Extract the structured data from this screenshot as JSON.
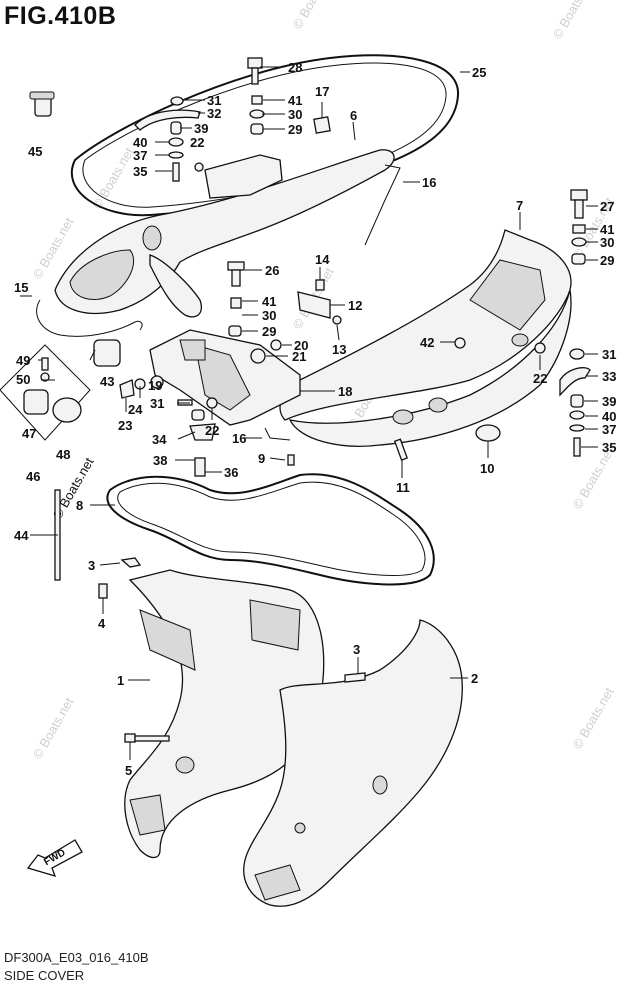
{
  "figure": {
    "title": "FIG.410B",
    "code": "DF300A_E03_016_410B",
    "caption": "SIDE COVER"
  },
  "watermark": "© Boats.net",
  "fwd_label": "FWD",
  "callouts": [
    "1",
    "2",
    "3",
    "3",
    "4",
    "5",
    "6",
    "7",
    "8",
    "9",
    "10",
    "11",
    "12",
    "13",
    "14",
    "15",
    "16",
    "16",
    "17",
    "18",
    "19",
    "20",
    "21",
    "22",
    "22",
    "22",
    "23",
    "24",
    "25",
    "26",
    "27",
    "28",
    "29",
    "29",
    "29",
    "30",
    "30",
    "31",
    "31",
    "31",
    "32",
    "33",
    "34",
    "35",
    "35",
    "36",
    "37",
    "37",
    "38",
    "39",
    "39",
    "40",
    "40",
    "41",
    "41",
    "41",
    "42",
    "43",
    "44",
    "45",
    "46",
    "47",
    "48",
    "49",
    "50"
  ]
}
